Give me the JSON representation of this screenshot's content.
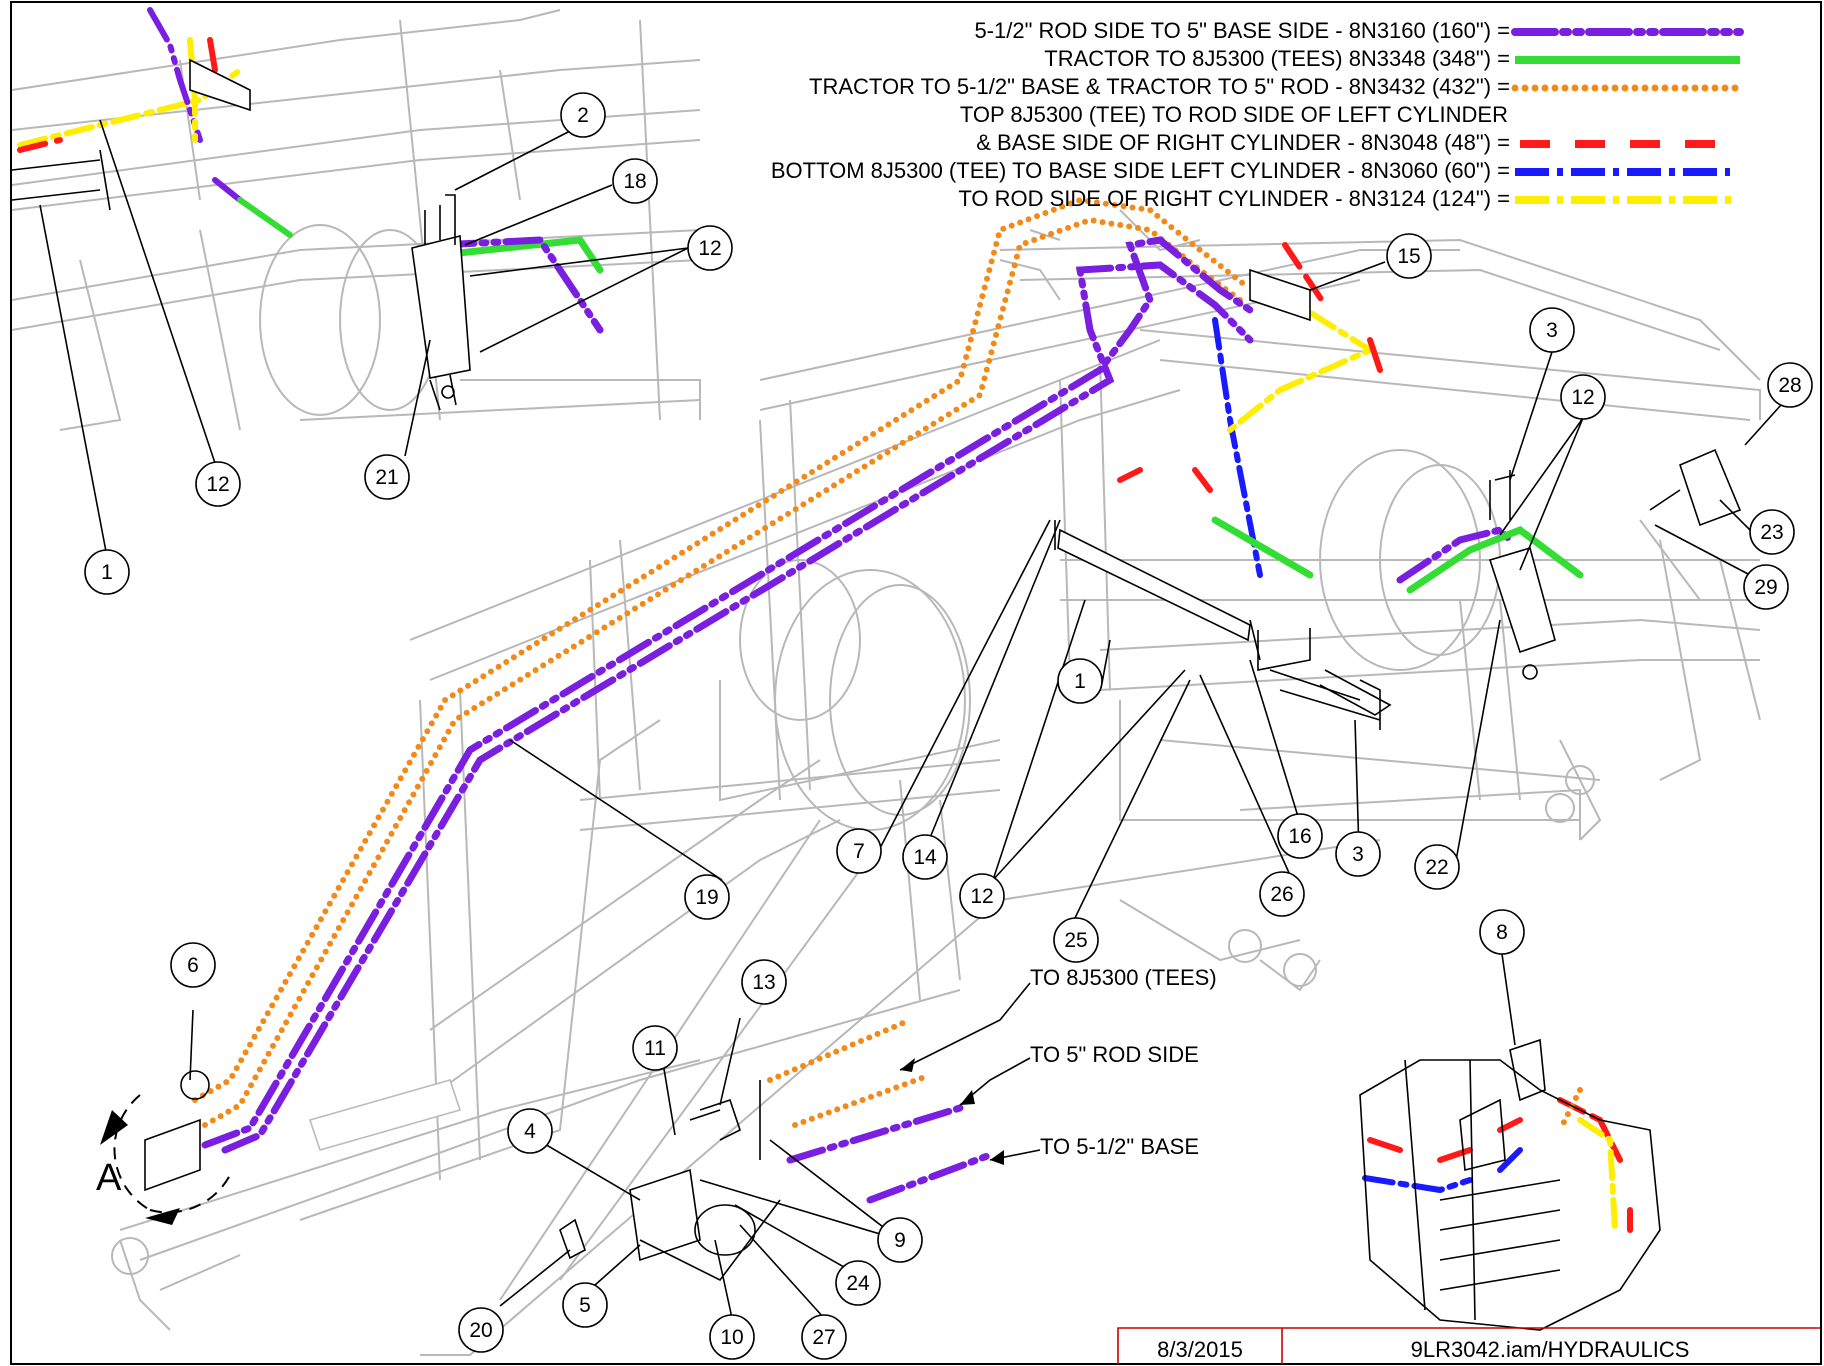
{
  "legend": [
    {
      "label": "5-1/2\" ROD SIDE TO 5\" BASE SIDE - 8N3160 (160\") =",
      "color": "#7a1fe0",
      "style": "dash-dot-dot"
    },
    {
      "label": "TRACTOR TO 8J5300 (TEES) 8N3348 (348\") =",
      "color": "#33dd33",
      "style": "solid"
    },
    {
      "label": "TRACTOR TO 5-1/2\" BASE & TRACTOR TO 5\" ROD - 8N3432 (432\") =",
      "color": "#f28a1a",
      "style": "dotted"
    },
    {
      "label": "TOP 8J5300 (TEE) TO ROD SIDE OF LEFT CYLINDER",
      "color": "",
      "style": "none"
    },
    {
      "label": "& BASE SIDE OF RIGHT CYLINDER - 8N3048 (48\") =",
      "color": "#ff1a1a",
      "style": "long-dash"
    },
    {
      "label": "BOTTOM 8J5300 (TEE) TO BASE SIDE LEFT CYLINDER - 8N3060 (60\") =",
      "color": "#1a1aff",
      "style": "dash-dot"
    },
    {
      "label": "TO ROD SIDE OF RIGHT CYLINDER - 8N3124 (124\") =",
      "color": "#ffee00",
      "style": "dash-dot"
    }
  ],
  "notes": {
    "tees": "TO 8J5300 (TEES)",
    "rod5": "TO 5\" ROD SIDE",
    "base55": "TO 5-1/2\" BASE"
  },
  "view_label": "A",
  "callouts": [
    "2",
    "18",
    "12",
    "12",
    "21",
    "1",
    "15",
    "3",
    "12",
    "28",
    "23",
    "29",
    "1",
    "7",
    "14",
    "12",
    "25",
    "26",
    "16",
    "3",
    "22",
    "19",
    "6",
    "13",
    "11",
    "4",
    "9",
    "24",
    "5",
    "20",
    "10",
    "27",
    "8"
  ],
  "title_block": {
    "date": "8/3/2015",
    "file": "9LR3042.iam/HYDRAULICS"
  }
}
